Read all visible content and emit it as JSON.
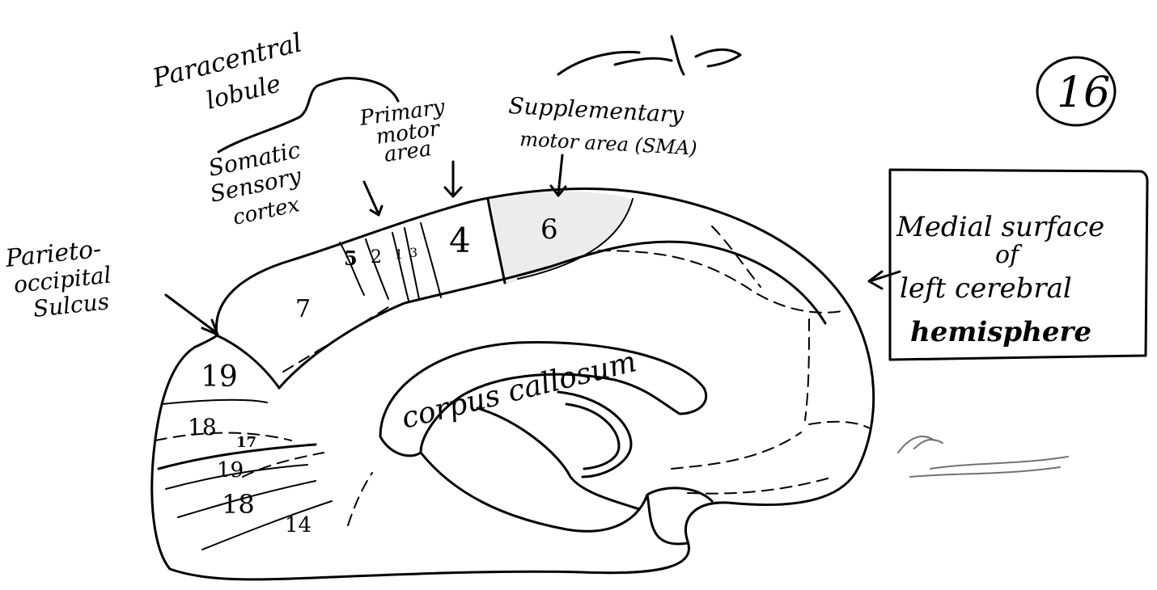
{
  "labels": {
    "paracentral_line1": "Paracentral",
    "paracentral_line2": "lobule",
    "somatic_line1": "Somatic",
    "somatic_line2": "Sensory",
    "somatic_line3": "cortex",
    "primary_line1": "Primary",
    "primary_line2": "motor",
    "primary_line3": "area",
    "sma_line1": "Supplementary",
    "sma_line2": "motor area (SMA)",
    "parieto_line1": "Parieto-",
    "parieto_line2": "occipital",
    "parieto_line3": "Sulcus",
    "corpus_callosum": "corpus callosum",
    "medial_line1": "Medial surface",
    "medial_line2": "of",
    "medial_line3": "left cerebral",
    "medial_line4": "hemisphere",
    "page_number": "16"
  },
  "areas": {
    "a5": "5",
    "a2": "2",
    "a1": "1",
    "a3": "3",
    "a4": "4",
    "a6": "6",
    "a7": "7",
    "a19_top": "19",
    "a18_top": "18",
    "a17": "17",
    "a19_bottom": "19",
    "a18_bottom": "18",
    "a14": "14"
  }
}
